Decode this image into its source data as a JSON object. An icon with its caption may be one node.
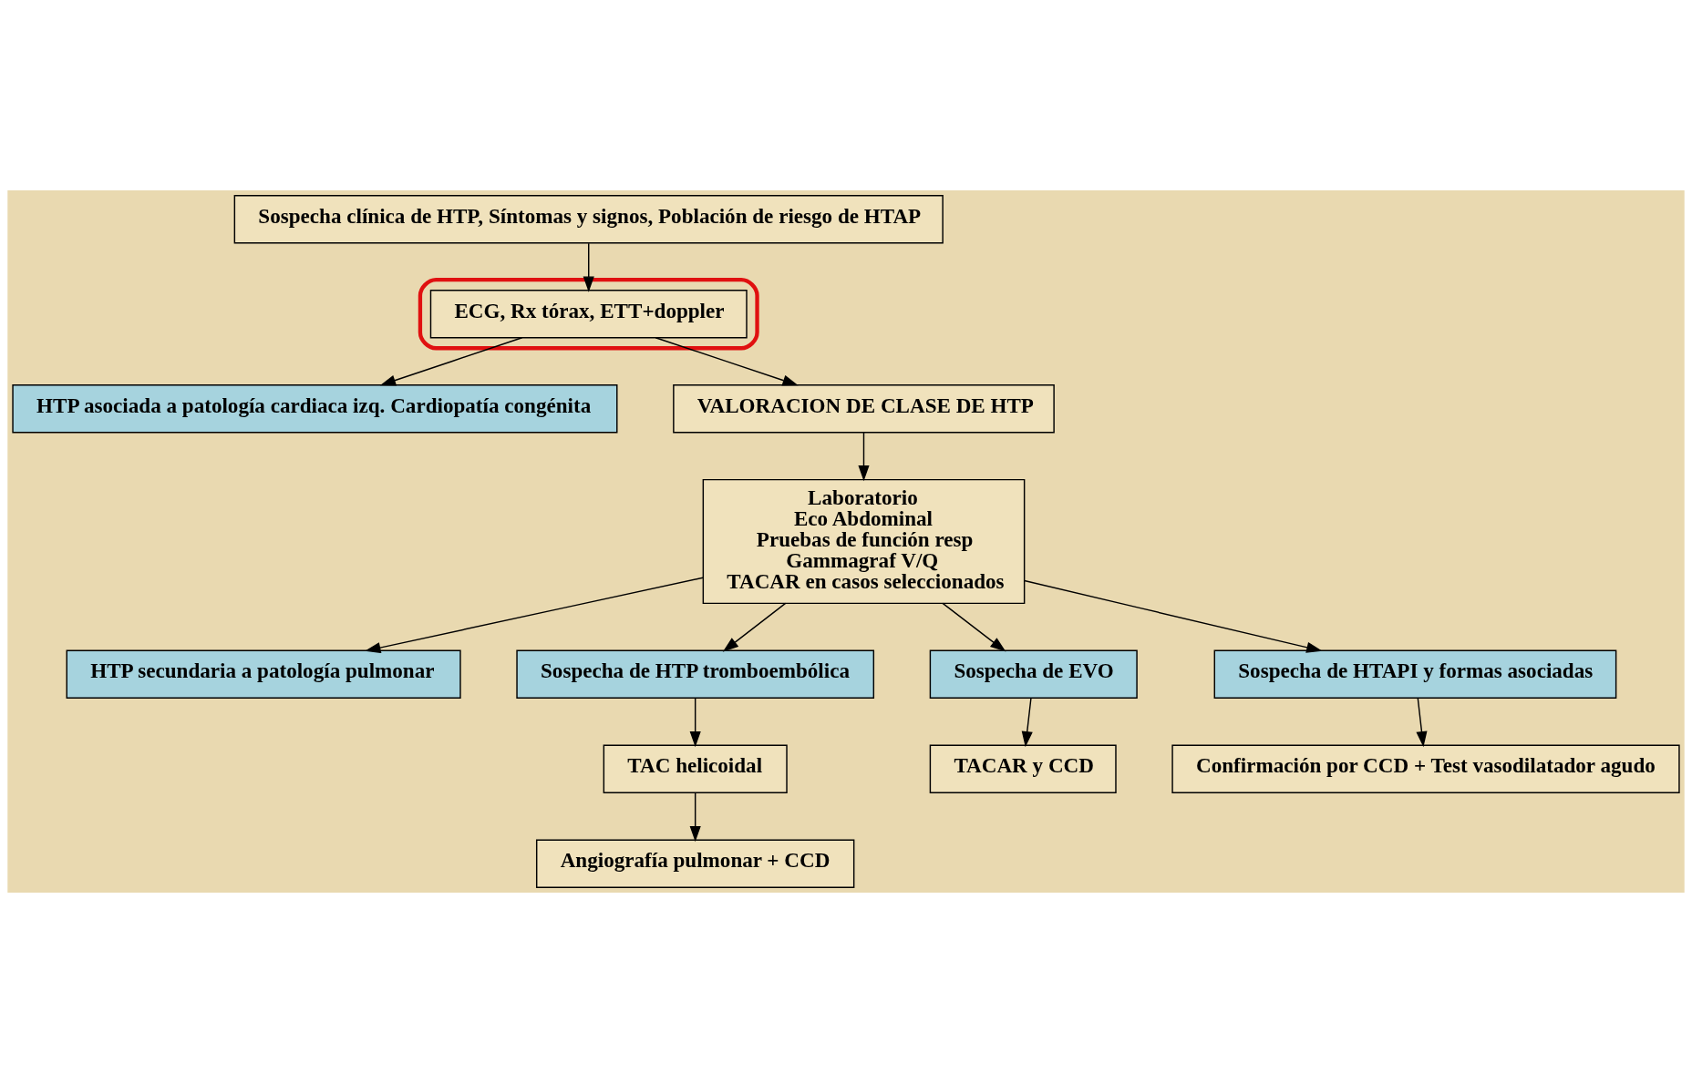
{
  "diagram": {
    "nodes": [
      {
        "text": [
          "Sospecha clínica de HTP, Síntomas y signos, Población de riesgo de HTAP"
        ]
      },
      {
        "text": [],
        "shape": "ellipse"
      },
      {
        "text": [
          "ECG, Rx tórax, ETT+doppler"
        ],
        "in": 1
      },
      {
        "text": [
          "HTP asociada a patología cardiaca izq. Cardiopatía congénita"
        ]
      },
      {
        "text": [
          "VALORACION DE CLASE DE HTP"
        ]
      },
      {
        "text": [
          "HTP secundaria a patología pulmonar"
        ]
      },
      {
        "text": [
          "Sospecha de HTP tromboembólica"
        ]
      },
      {
        "text": [
          "Laboratorio",
          "Eco Abdominal",
          "Pruebas de función resp",
          "Gammagraf V/Q",
          "TACAR en casos seleccionados"
        ]
      },
      {
        "text": [
          "Sospecha de EVO"
        ]
      },
      {
        "text": [
          "TACAR y CCD"
        ]
      },
      {
        "text": [
          "TAC helicoidal"
        ]
      },
      {
        "text": [
          "Angiografía pulmonar + CCD"
        ]
      },
      {
        "text": [
          "Sospecha de HTAPI y formas asociadas"
        ]
      },
      {
        "text": [
          "Confirmación por CCD + Test vasodilatador agudo"
        ]
      }
    ],
    "edges": [
      {
        "from": 0,
        "to": 2,
        "arrow": "to"
      },
      {
        "from": 2,
        "to": 3,
        "arrow": "to"
      },
      {
        "from": 2,
        "to": 4,
        "arrow": "to"
      },
      {
        "from": 4,
        "to": 7,
        "arrow": "to"
      },
      {
        "from": 7,
        "to": 5,
        "arrow": "to"
      },
      {
        "from": 7,
        "to": 6,
        "arrow": "to"
      },
      {
        "from": 7,
        "to": 8,
        "arrow": "to"
      },
      {
        "from": 8,
        "to": 9,
        "arrow": "to"
      },
      {
        "from": 6,
        "to": 10,
        "arrow": "to"
      },
      {
        "from": 10,
        "to": 11,
        "arrow": "to"
      },
      {
        "from": 7,
        "to": 12,
        "arrow": "to"
      },
      {
        "from": 12,
        "to": 13,
        "arrow": "to"
      }
    ]
  }
}
